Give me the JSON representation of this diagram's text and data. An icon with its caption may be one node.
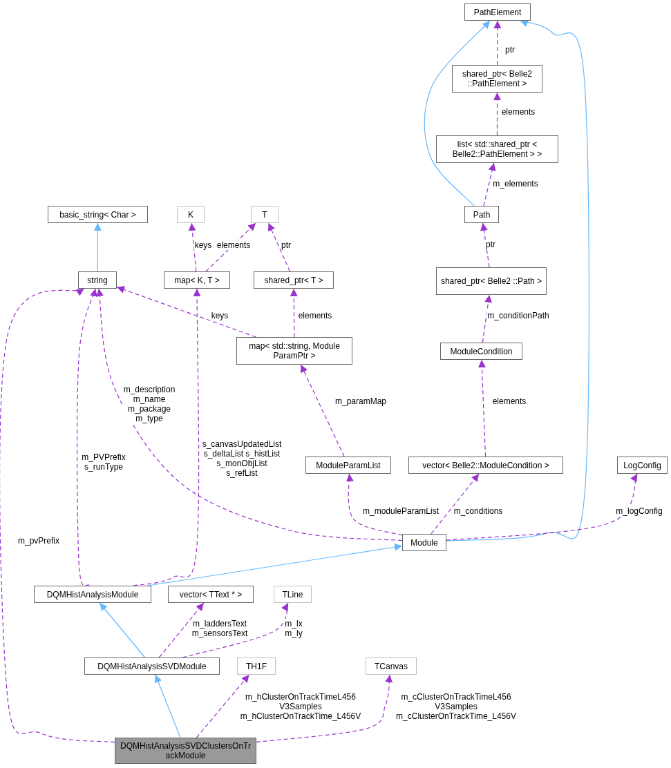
{
  "diagram": {
    "nodes": [
      {
        "text": [
          "PathElement"
        ]
      },
      {
        "text": [
          "shared_ptr< Belle2 ::PathElement >"
        ]
      },
      {
        "text": [
          "list< std::shared_ptr < Belle2::PathElement > >"
        ]
      },
      {
        "text": [
          "basic_string< Char >"
        ]
      },
      {
        "text": [
          "K"
        ]
      },
      {
        "text": [
          "T"
        ]
      },
      {
        "text": [
          "Path"
        ]
      },
      {
        "text": [
          "string"
        ]
      },
      {
        "text": [
          "map< K, T >"
        ]
      },
      {
        "text": [
          "shared_ptr< T >"
        ]
      },
      {
        "text": [
          "shared_ptr< Belle2 ::Path >"
        ]
      },
      {
        "text": [
          "map< std::string, Module ParamPtr >"
        ]
      },
      {
        "text": [
          "ModuleCondition"
        ]
      },
      {
        "text": [
          "ModuleParamList"
        ]
      },
      {
        "text": [
          "vector< Belle2::ModuleCondition >"
        ]
      },
      {
        "text": [
          "LogConfig"
        ]
      },
      {
        "text": [
          "Module"
        ]
      },
      {
        "text": [
          "DQMHistAnalysisModule"
        ]
      },
      {
        "text": [
          "vector< TText * >"
        ]
      },
      {
        "text": [
          "TLine"
        ]
      },
      {
        "text": [
          "DQMHistAnalysisSVDModule"
        ]
      },
      {
        "text": [
          "TH1F"
        ]
      },
      {
        "text": [
          "TCanvas"
        ]
      },
      {
        "text": [
          "DQMHistAnalysisSVDClustersOnTrackModule"
        ]
      }
    ],
    "edges": [
      {
        "from": 1,
        "to": 0,
        "arrow": "to",
        "label": "ptr",
        "style": "dashed"
      },
      {
        "from": 2,
        "to": 1,
        "arrow": "to",
        "label": "elements",
        "style": "dashed"
      },
      {
        "from": 6,
        "to": 2,
        "arrow": "to",
        "label": "m_elements",
        "style": "dashed"
      },
      {
        "from": 6,
        "to": 0,
        "arrow": "to",
        "color": "#63b8ff"
      },
      {
        "from": 16,
        "to": 0,
        "arrow": "to",
        "color": "#63b8ff"
      },
      {
        "from": 7,
        "to": 3,
        "arrow": "to",
        "color": "#63b8ff"
      },
      {
        "from": 8,
        "to": 4,
        "arrow": "to",
        "label": "keys",
        "style": "dashed"
      },
      {
        "from": 8,
        "to": 5,
        "arrow": "to",
        "label": "elements",
        "style": "dashed"
      },
      {
        "from": 9,
        "to": 5,
        "arrow": "to",
        "label": "ptr",
        "style": "dashed"
      },
      {
        "from": 10,
        "to": 6,
        "arrow": "to",
        "label": "ptr",
        "style": "dashed"
      },
      {
        "from": 11,
        "to": 7,
        "arrow": "to",
        "label": "keys",
        "style": "dashed"
      },
      {
        "from": 11,
        "to": 9,
        "arrow": "to",
        "label": "elements",
        "style": "dashed"
      },
      {
        "from": 12,
        "to": 10,
        "arrow": "to",
        "label": "m_conditionPath",
        "style": "dashed"
      },
      {
        "from": 13,
        "to": 11,
        "arrow": "to",
        "label": "m_paramMap",
        "style": "dashed"
      },
      {
        "from": 14,
        "to": 12,
        "arrow": "to",
        "label": "elements",
        "style": "dashed"
      },
      {
        "from": 16,
        "to": 7,
        "arrow": "to",
        "label": "m_description m_name m_package m_type",
        "style": "dashed"
      },
      {
        "from": 16,
        "to": 13,
        "arrow": "to",
        "label": "m_moduleParamList",
        "style": "dashed"
      },
      {
        "from": 16,
        "to": 14,
        "arrow": "to",
        "label": "m_conditions",
        "style": "dashed"
      },
      {
        "from": 16,
        "to": 15,
        "arrow": "to",
        "label": "m_logConfig",
        "style": "dashed"
      },
      {
        "from": 17,
        "to": 7,
        "arrow": "to",
        "label": "m_PVPrefix s_runType",
        "style": "dashed"
      },
      {
        "from": 17,
        "to": 8,
        "arrow": "to",
        "label": "s_canvasUpdatedList s_deltaList s_histList s_monObjList s_refList",
        "style": "dashed"
      },
      {
        "from": 17,
        "to": 16,
        "arrow": "to",
        "color": "#63b8ff"
      },
      {
        "from": 20,
        "to": 17,
        "arrow": "to",
        "color": "#63b8ff"
      },
      {
        "from": 20,
        "to": 18,
        "arrow": "to",
        "label": "m_laddersText m_sensorsText",
        "style": "dashed"
      },
      {
        "from": 20,
        "to": 19,
        "arrow": "to",
        "label": "m_lx m_ly",
        "style": "dashed"
      },
      {
        "from": 23,
        "to": 7,
        "arrow": "to",
        "label": "m_pvPrefix",
        "style": "dashed"
      },
      {
        "from": 23,
        "to": 20,
        "arrow": "to",
        "color": "#63b8ff"
      },
      {
        "from": 23,
        "to": 21,
        "arrow": "to",
        "label": "m_hClusterOnTrackTimeL456 V3Samples m_hClusterOnTrackTime_L456V",
        "style": "dashed"
      },
      {
        "from": 23,
        "to": 22,
        "arrow": "to",
        "label": "m_cClusterOnTrackTimeL456 V3Samples m_cClusterOnTrackTime_L456V",
        "style": "dashed"
      }
    ]
  }
}
